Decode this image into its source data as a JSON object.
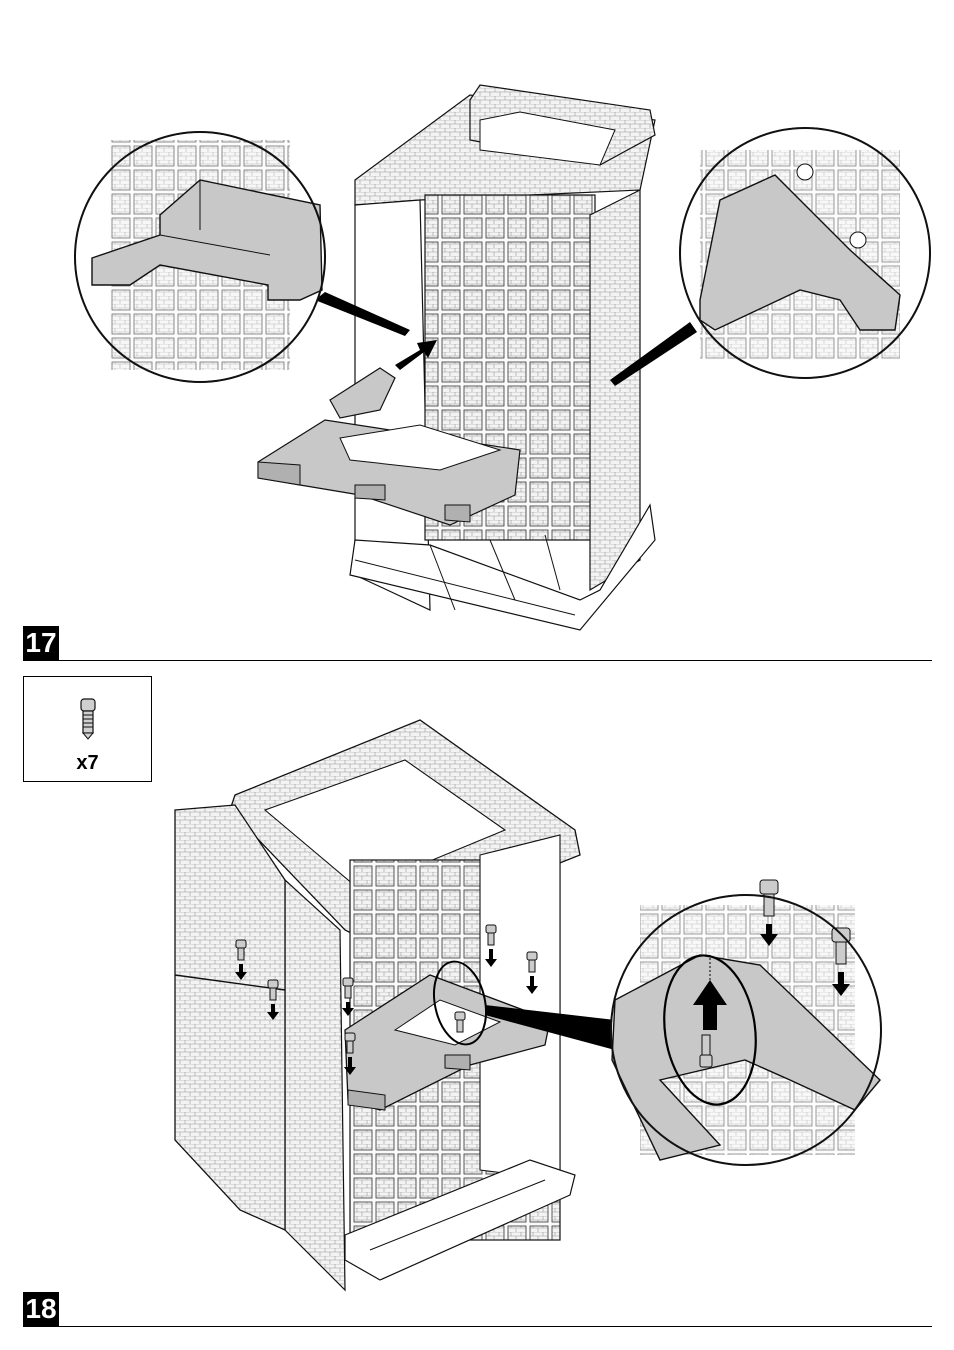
{
  "steps": [
    {
      "number": "17"
    },
    {
      "number": "18",
      "parts": [
        {
          "icon": "screw-icon",
          "quantity": "x7"
        }
      ]
    }
  ],
  "colors": {
    "ink": "#000000",
    "part_fill": "#c8c8c8",
    "panel_fill": "#f2f2f2",
    "paper": "#ffffff"
  }
}
